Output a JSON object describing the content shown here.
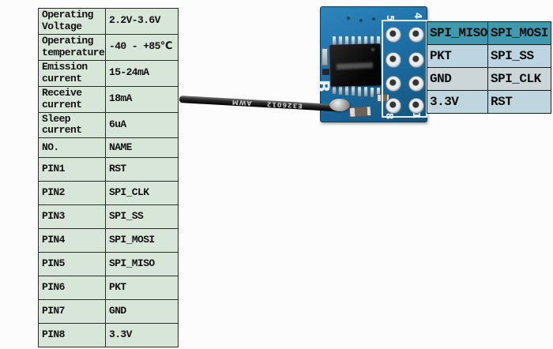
{
  "colors": {
    "left_table_bg": "#d8e6da",
    "right_header_bg": "#3f9ab0",
    "right_row_bg": "#c0d6df",
    "pcb_blue": "#1d6fa6"
  },
  "spec_table": {
    "rows": [
      {
        "label": "Operating Voltage",
        "value": "2.2V-3.6V"
      },
      {
        "label": "Operating temperature",
        "value": "-40 - +85℃"
      },
      {
        "label": "Emission current",
        "value": "15-24mA"
      },
      {
        "label": "Receive current",
        "value": "18mA"
      },
      {
        "label": "Sleep current",
        "value": "6uA"
      }
    ]
  },
  "pin_table": {
    "header": {
      "no": "NO.",
      "name": "NAME"
    },
    "rows": [
      {
        "no": "PIN1",
        "name": "RST"
      },
      {
        "no": "PIN2",
        "name": "SPI_CLK"
      },
      {
        "no": "PIN3",
        "name": "SPI_SS"
      },
      {
        "no": "PIN4",
        "name": "SPI_MOSI"
      },
      {
        "no": "PIN5",
        "name": "SPI_MISO"
      },
      {
        "no": "PIN6",
        "name": "PKT"
      },
      {
        "no": "PIN7",
        "name": "GND"
      },
      {
        "no": "PIN8",
        "name": "3.3V"
      }
    ]
  },
  "pinout_table": {
    "rows": [
      [
        "SPI_MISO",
        "SPI_MOSI"
      ],
      [
        "PKT",
        "SPI_SS"
      ],
      [
        "GND",
        "SPI_CLK"
      ],
      [
        "3.3V",
        "RST"
      ]
    ]
  },
  "module": {
    "silkscreen": {
      "side_label": "B",
      "pin_labels": [
        "5",
        "4",
        "8",
        "1"
      ]
    },
    "wire": {
      "markings": [
        "AWM",
        "E326012"
      ]
    }
  }
}
